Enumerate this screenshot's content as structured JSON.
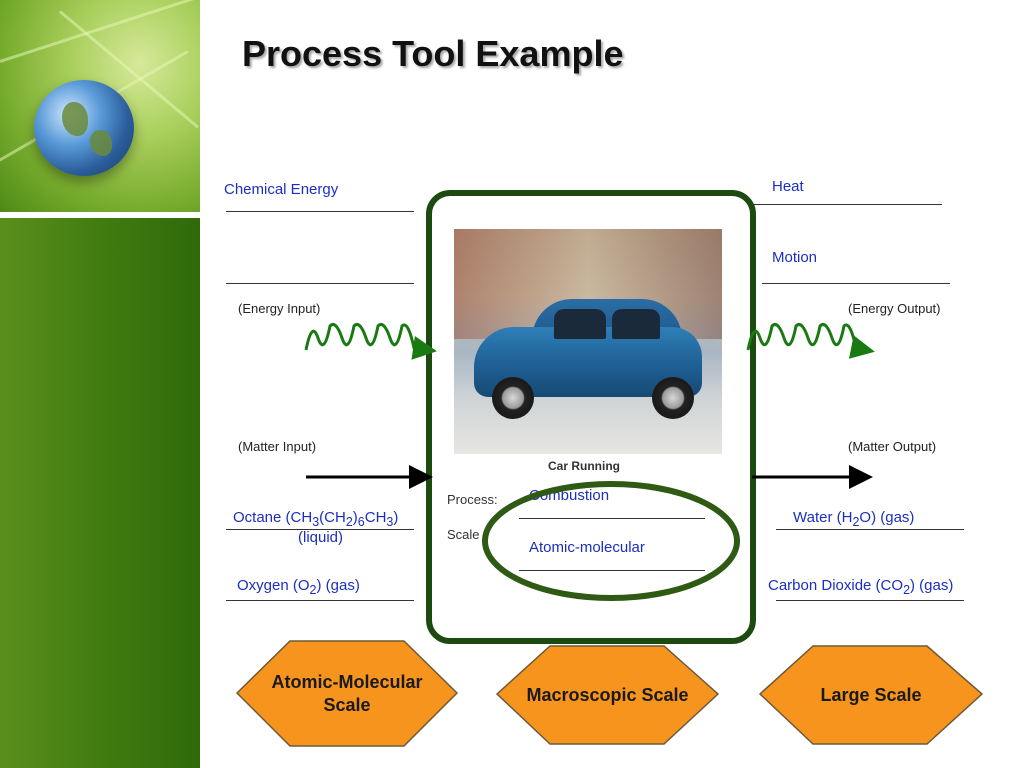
{
  "title": "Process Tool Example",
  "inputs": {
    "energy": [
      "Chemical Energy",
      ""
    ],
    "energy_label": "(Energy Input)",
    "matter_label": "(Matter Input)",
    "matter_1_a": "Octane (CH",
    "matter_1_b": "(CH",
    "matter_1_c": ")",
    "matter_1_d": "CH",
    "matter_1_e": ")",
    "matter_1_sub1": "3",
    "matter_1_sub2": "2",
    "matter_1_sub3": "6",
    "matter_1_sub4": "3",
    "matter_1_line2": "(liquid)",
    "matter_2_a": "Oxygen (O",
    "matter_2_sub": "2",
    "matter_2_b": ") (gas)"
  },
  "outputs": {
    "energy": [
      "Heat",
      "Motion"
    ],
    "energy_label": "(Energy Output)",
    "matter_label": "(Matter Output)",
    "matter_1_a": "Water (H",
    "matter_1_sub": "2",
    "matter_1_b": "O) (gas)",
    "matter_2_a": "Carbon Dioxide (CO",
    "matter_2_sub": "2",
    "matter_2_b": ") (gas)"
  },
  "process": {
    "caption": "Car Running",
    "process_label": "Process:",
    "process_value": "Combustion",
    "scale_label": "Scale",
    "scale_value": "Atomic-molecular"
  },
  "scales": [
    {
      "line1": "Atomic-Molecular",
      "line2": "Scale"
    },
    {
      "line1": "Macroscopic Scale",
      "line2": ""
    },
    {
      "line1": "Large Scale",
      "line2": ""
    }
  ],
  "colors": {
    "text_blue": "#1a2fbf",
    "panel_border": "#1c4a10",
    "energy_arrow": "#1a7a12",
    "matter_arrow": "#000000",
    "hexagon_fill": "#f7941d",
    "ellipse": "#2f5a14"
  }
}
